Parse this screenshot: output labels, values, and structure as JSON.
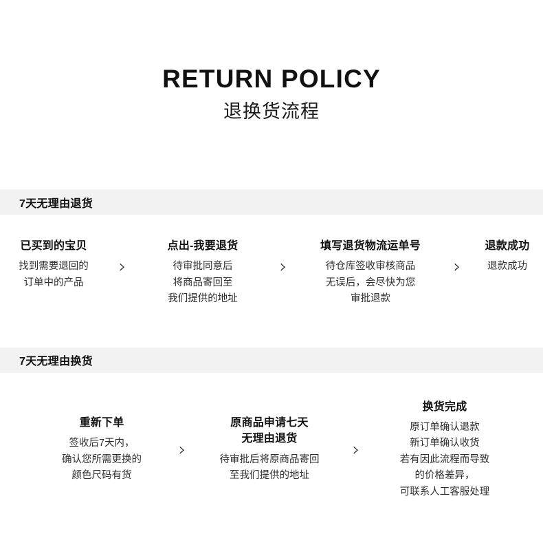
{
  "header": {
    "title_en": "RETURN POLICY",
    "title_cn": "退换货流程"
  },
  "sections": [
    {
      "bar_label": "7天无理由退货",
      "steps": [
        {
          "title": "已买到的宝贝",
          "desc": "找到需要退回的\n订单中的产品"
        },
        {
          "title": "点出-我要退货",
          "desc": "待审批同意后\n将商品寄回至\n我们提供的地址"
        },
        {
          "title": "填写退货物流运单号",
          "desc": "待仓库签收审核商品\n无误后，会尽快为您\n审批退款"
        },
        {
          "title": "退款成功",
          "desc": "退款成功"
        }
      ]
    },
    {
      "bar_label": "7天无理由换货",
      "steps": [
        {
          "title": "重新下单",
          "desc": "签收后7天内，\n确认您所需更换的\n颜色尺码有货"
        },
        {
          "title": "原商品申请七天\n无理由退货",
          "desc": "待审批后将原商品寄回\n至我们提供的地址"
        },
        {
          "title": "换货完成",
          "desc": "原订单确认退款\n新订单确认收货\n若有因此流程而导致\n的价格差异，\n可联系人工客服处理"
        }
      ]
    }
  ],
  "icons": {
    "chevron_right": "›"
  },
  "colors": {
    "page_background": "#ffffff",
    "section_bar_background": "#f2f2f2",
    "title_text": "#111111",
    "body_text": "#2e2e2e"
  }
}
